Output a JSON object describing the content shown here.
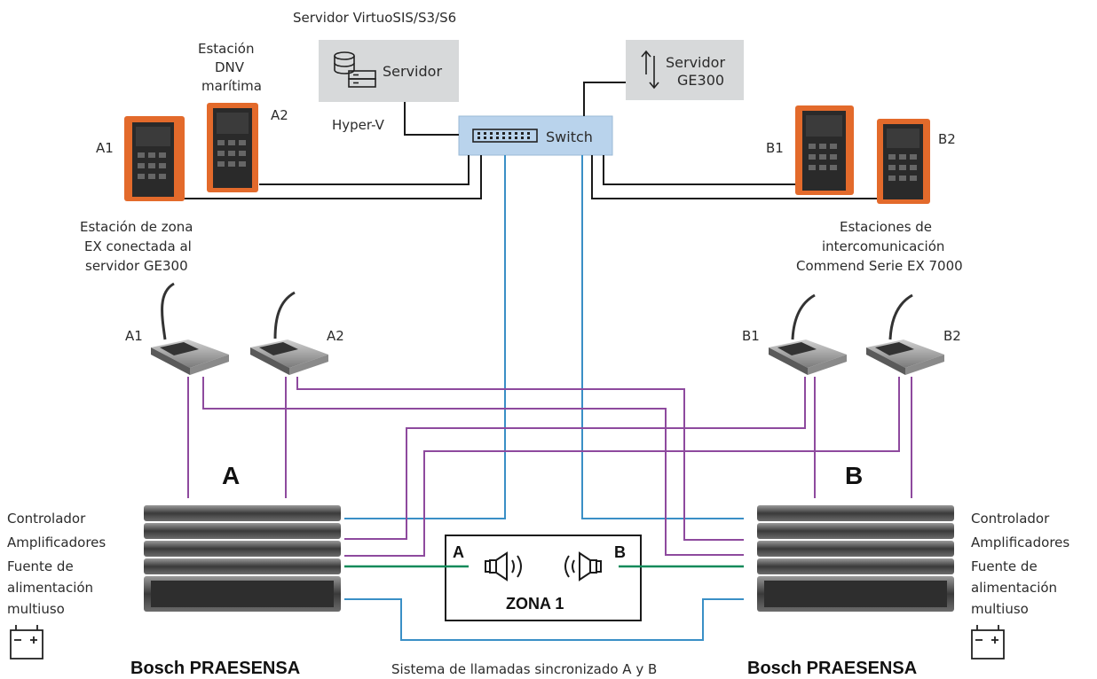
{
  "diagram": {
    "server_group_title": "Servidor VirtuoSIS/S3/S6",
    "server_box_label": "Servidor",
    "hyperv_label": "Hyper-V",
    "ge300_server_line1": "Servidor",
    "ge300_server_line2": "GE300",
    "switch_label": "Switch",
    "dnv_station_lines": [
      "Estación",
      "DNV",
      "marítima"
    ],
    "zone_station_caption": [
      "Estación de zona",
      "EX conectada al",
      "servidor GE300"
    ],
    "intercom_caption": [
      "Estaciones de",
      "intercomunicación",
      "Commend Serie EX 7000"
    ],
    "station_labels": {
      "a1": "A1",
      "a2": "A2",
      "b1": "B1",
      "b2": "B2"
    },
    "callstation_labels": {
      "a1": "A1",
      "a2": "A2",
      "b1": "B1",
      "b2": "B2"
    },
    "system_a_letter": "A",
    "system_b_letter": "B",
    "rack_labels_left": [
      "Controlador",
      "Amplificadores",
      "Fuente de",
      "alimentación",
      "multiuso"
    ],
    "rack_labels_right": [
      "Controlador",
      "Amplificadores",
      "Fuente de",
      "alimentación",
      "multiuso"
    ],
    "zone_label": "ZONA 1",
    "zone_side_a": "A",
    "zone_side_b": "B",
    "bottom_left": "Bosch PRAESENSA",
    "bottom_center": "Sistema de llamadas sincronizado A y B",
    "bottom_right": "Bosch PRAESENSA",
    "battery_symbol": "- +"
  },
  "colors": {
    "network": "#3a8fc6",
    "purple": "#8e4a9e",
    "green": "#128a5a",
    "black": "#1a1a1a",
    "switch_fill": "#b9d3ec",
    "server_fill": "#d7d9da",
    "station_orange": "#e36a2b"
  }
}
